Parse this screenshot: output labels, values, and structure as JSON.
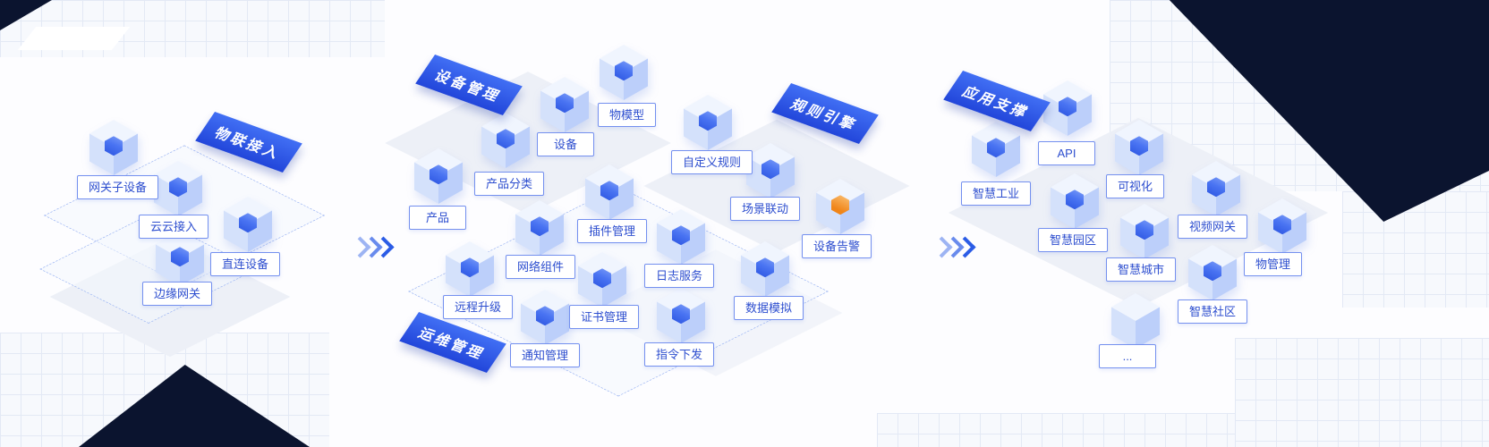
{
  "colors": {
    "banner_blue": "#2C55E3",
    "label_border": "#7490EF",
    "label_text": "#2D4ECF",
    "dark_navy": "#0B142F",
    "icon_blue": "#3D6DF2",
    "alarm_orange": "#F08519"
  },
  "sections": [
    {
      "id": "iot-access",
      "banner": "物联接入",
      "items": [
        {
          "label": "网关子设备",
          "icon": "monitor-device"
        },
        {
          "label": "云云接入",
          "icon": "cloud-access"
        },
        {
          "label": "直连设备",
          "icon": "chain-link-device"
        },
        {
          "label": "边缘网关",
          "icon": "edge-gateway-router"
        }
      ]
    },
    {
      "id": "device-management",
      "banner": "设备管理",
      "items": [
        {
          "label": "产品",
          "icon": "product-cube"
        },
        {
          "label": "产品分类",
          "icon": "product-category-cubes"
        },
        {
          "label": "设备",
          "icon": "device-server"
        },
        {
          "label": "物模型",
          "icon": "thing-model"
        }
      ]
    },
    {
      "id": "ops-management",
      "banner": "运维管理",
      "items": [
        {
          "label": "插件管理",
          "icon": "plugin-board"
        },
        {
          "label": "网络组件",
          "icon": "network-component"
        },
        {
          "label": "远程升级",
          "icon": "remote-upgrade-globe"
        },
        {
          "label": "证书管理",
          "icon": "certificate"
        },
        {
          "label": "通知管理",
          "icon": "notification-chat"
        },
        {
          "label": "日志服务",
          "icon": "log-document"
        },
        {
          "label": "指令下发",
          "icon": "command-download"
        },
        {
          "label": "数据模拟",
          "icon": "data-simulation-chart"
        }
      ]
    },
    {
      "id": "rules-engine",
      "banner": "规则引擎",
      "items": [
        {
          "label": "自定义规则",
          "icon": "custom-rule-flag"
        },
        {
          "label": "场景联动",
          "icon": "scene-linkage-nodes"
        },
        {
          "label": "设备告警",
          "icon": "alarm-beacon"
        }
      ]
    },
    {
      "id": "app-support",
      "banner": "应用支撑",
      "items": [
        {
          "label": "API",
          "icon": "api-globe"
        },
        {
          "label": "智慧工业",
          "icon": "smart-industry-factory"
        },
        {
          "label": "可视化",
          "icon": "visualization-chart"
        },
        {
          "label": "智慧园区",
          "icon": "smart-park-buildings"
        },
        {
          "label": "视频网关",
          "icon": "video-gateway-play"
        },
        {
          "label": "智慧城市",
          "icon": "smart-city-buildings"
        },
        {
          "label": "物管理",
          "icon": "thing-management"
        },
        {
          "label": "智慧社区",
          "icon": "smart-community"
        },
        {
          "label": "...",
          "icon": "more-cube"
        }
      ]
    }
  ]
}
